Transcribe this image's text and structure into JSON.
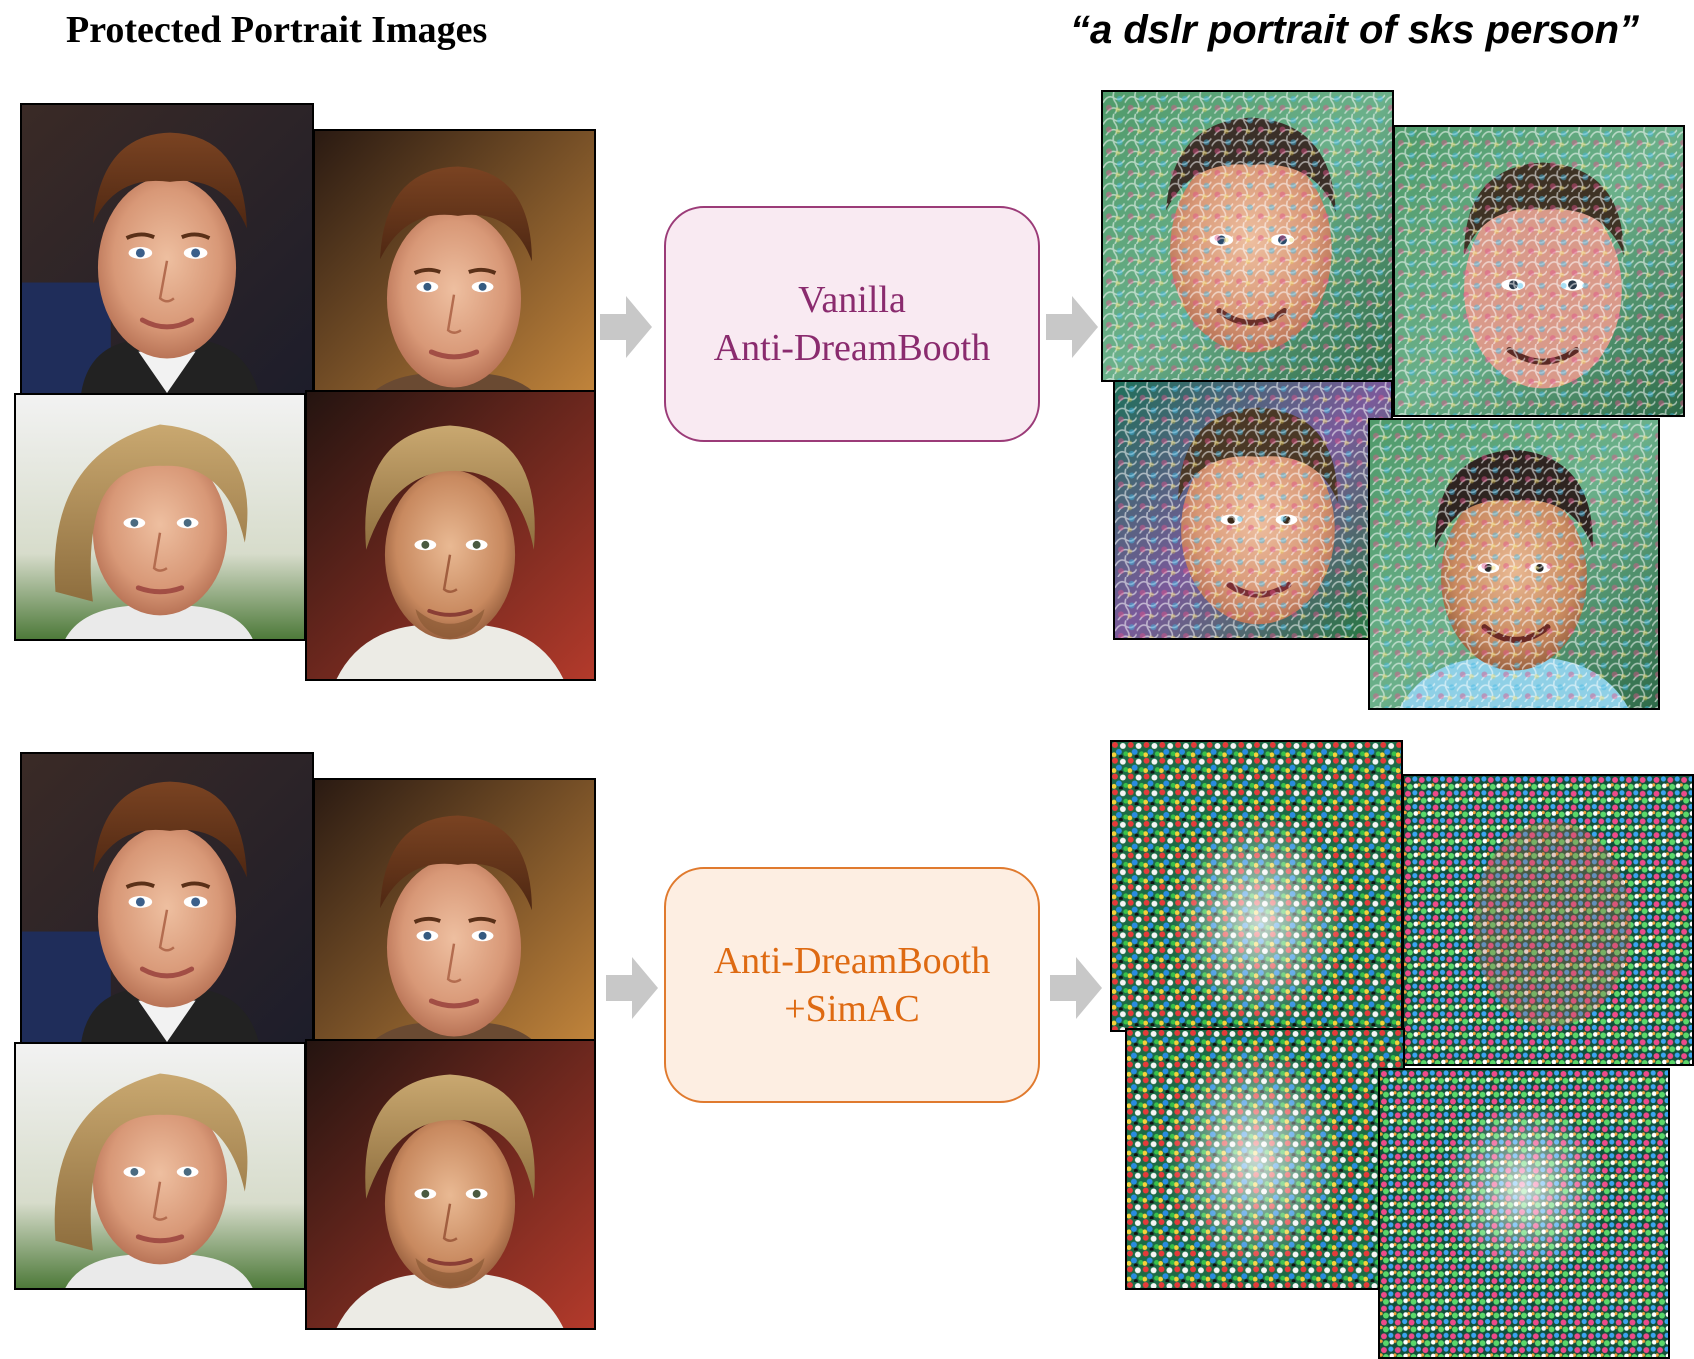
{
  "header": {
    "left_title": "Protected Portrait Images",
    "right_title": "“a dslr portrait of sks person”"
  },
  "rows": [
    {
      "id": "vanilla",
      "method_lines": [
        "Vanilla",
        "Anti-DreamBooth"
      ],
      "text_color": "#8a2b6e",
      "border_color": "#9b3b78",
      "fill_color": "#f9eaf2"
    },
    {
      "id": "simac",
      "method_lines": [
        "Anti-DreamBooth",
        "+SimAC"
      ],
      "text_color": "#de6a12",
      "border_color": "#e07a2e",
      "fill_color": "#fdeee2"
    }
  ],
  "icons": {
    "arrow": "right-arrow-icon"
  }
}
